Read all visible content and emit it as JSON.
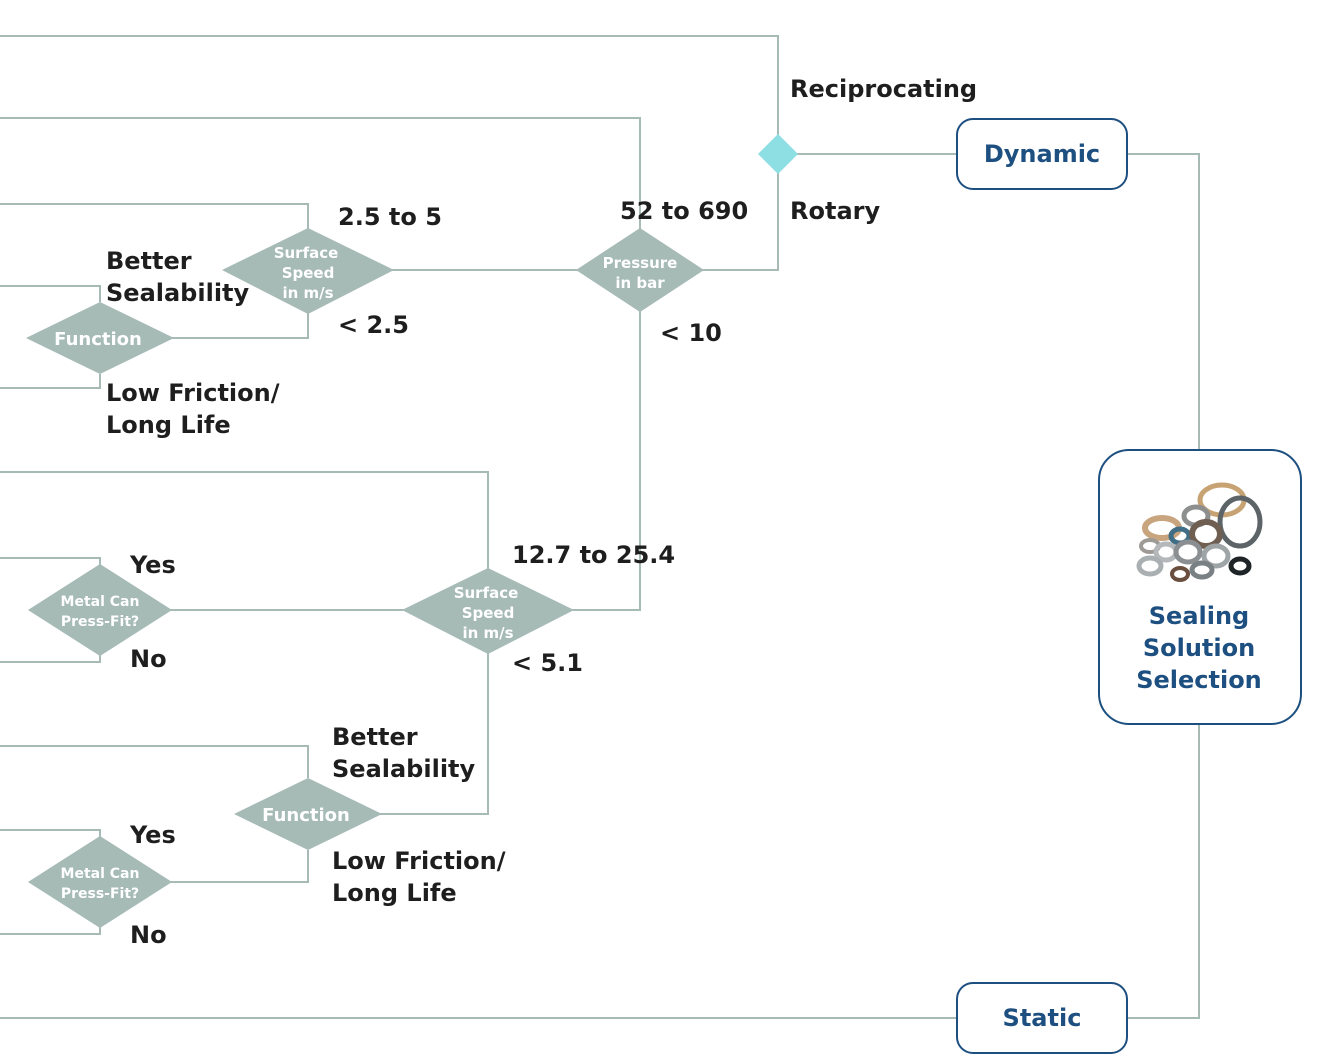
{
  "colors": {
    "connector": "#a6bab6",
    "decision": "#a6bab6",
    "junction": "#8edfe3",
    "box_border": "#1d4f80",
    "box_text": "#1d4f80",
    "label_text": "#1e1e1e"
  },
  "root": {
    "title_lines": [
      "Sealing",
      "Solution",
      "Selection"
    ],
    "image": "seal-rings-image"
  },
  "boxes": {
    "dynamic": "Dynamic",
    "static": "Static"
  },
  "decisions": {
    "pressure": [
      "Pressure",
      "in bar"
    ],
    "surface_speed_upper": [
      "Surface",
      "Speed",
      "in m/s"
    ],
    "function_upper": [
      "Function"
    ],
    "surface_speed_lower": [
      "Surface",
      "Speed",
      "in m/s"
    ],
    "metal_can_upper": [
      "Metal Can",
      "Press-Fit?"
    ],
    "function_lower": [
      "Function"
    ],
    "metal_can_lower": [
      "Metal Can",
      "Press-Fit?"
    ]
  },
  "labels": {
    "reciprocating": "Reciprocating",
    "rotary": "Rotary",
    "pressure_high": "52 to 690",
    "pressure_low": "< 10",
    "speed_upper_high": "2.5 to 5",
    "speed_upper_low": "< 2.5",
    "func_upper_better": [
      "Better",
      "Sealability"
    ],
    "func_upper_low": [
      "Low Friction/",
      "Long Life"
    ],
    "speed_lower_high": "12.7 to 25.4",
    "speed_lower_low": "< 5.1",
    "metal_upper_yes": "Yes",
    "metal_upper_no": "No",
    "func_lower_better": [
      "Better",
      "Sealability"
    ],
    "func_lower_low": [
      "Low Friction/",
      "Long Life"
    ],
    "metal_lower_yes": "Yes",
    "metal_lower_no": "No"
  }
}
